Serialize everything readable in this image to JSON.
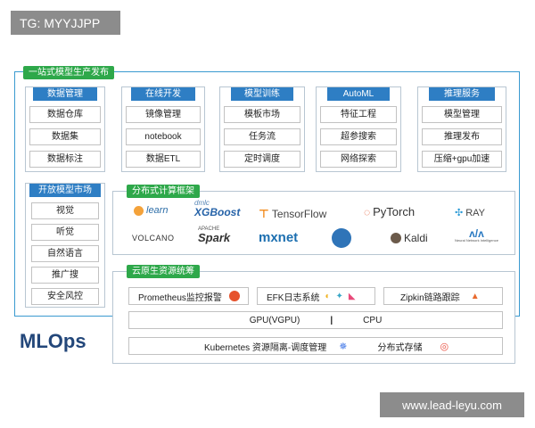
{
  "badge": "TG: MYYJJPP",
  "platform_label": "一站式模型生产发布",
  "modules": [
    {
      "title": "数据管理",
      "items": [
        "数据仓库",
        "数据集",
        "数据标注"
      ]
    },
    {
      "title": "在线开发",
      "items": [
        "镜像管理",
        "notebook",
        "数据ETL"
      ]
    },
    {
      "title": "模型训练",
      "items": [
        "模板市场",
        "任务流",
        "定时调度"
      ]
    },
    {
      "title": "AutoML",
      "items": [
        "特征工程",
        "超参搜索",
        "网络探索"
      ]
    },
    {
      "title": "推理服务",
      "items": [
        "模型管理",
        "推理发布",
        "压缩+gpu加速"
      ]
    }
  ],
  "market": {
    "title": "开放模型市场",
    "items": [
      "视觉",
      "听觉",
      "自然语言",
      "推广搜",
      "安全风控"
    ]
  },
  "frameworks": {
    "label": "分布式计算框架",
    "row1": [
      "learn",
      "XGBoost",
      "TensorFlow",
      "PyTorch",
      "RAY"
    ],
    "row2": [
      "VOLCANO",
      "Spark",
      "mxnet",
      "Kaldi"
    ],
    "xgb_prefix": "dmlc",
    "spark_prefix": "APACHE",
    "nni": "Neural Network Intelligence"
  },
  "cloud": {
    "label": "云原生资源统筹",
    "monitor": [
      "Prometheus监控报警",
      "EFK日志系统",
      "Zipkin链路跟踪"
    ],
    "gpu": "GPU(VGPU)",
    "sep": "|",
    "cpu": "CPU",
    "k8s": "Kubernetes 资源隔离-调度管理",
    "storage": "分布式存储"
  },
  "title": "MLOps",
  "watermark": "www.lead-leyu.com",
  "colors": {
    "accent_blue": "#2e7ec4",
    "accent_green": "#2ea84a",
    "border": "#3a9ad0"
  }
}
